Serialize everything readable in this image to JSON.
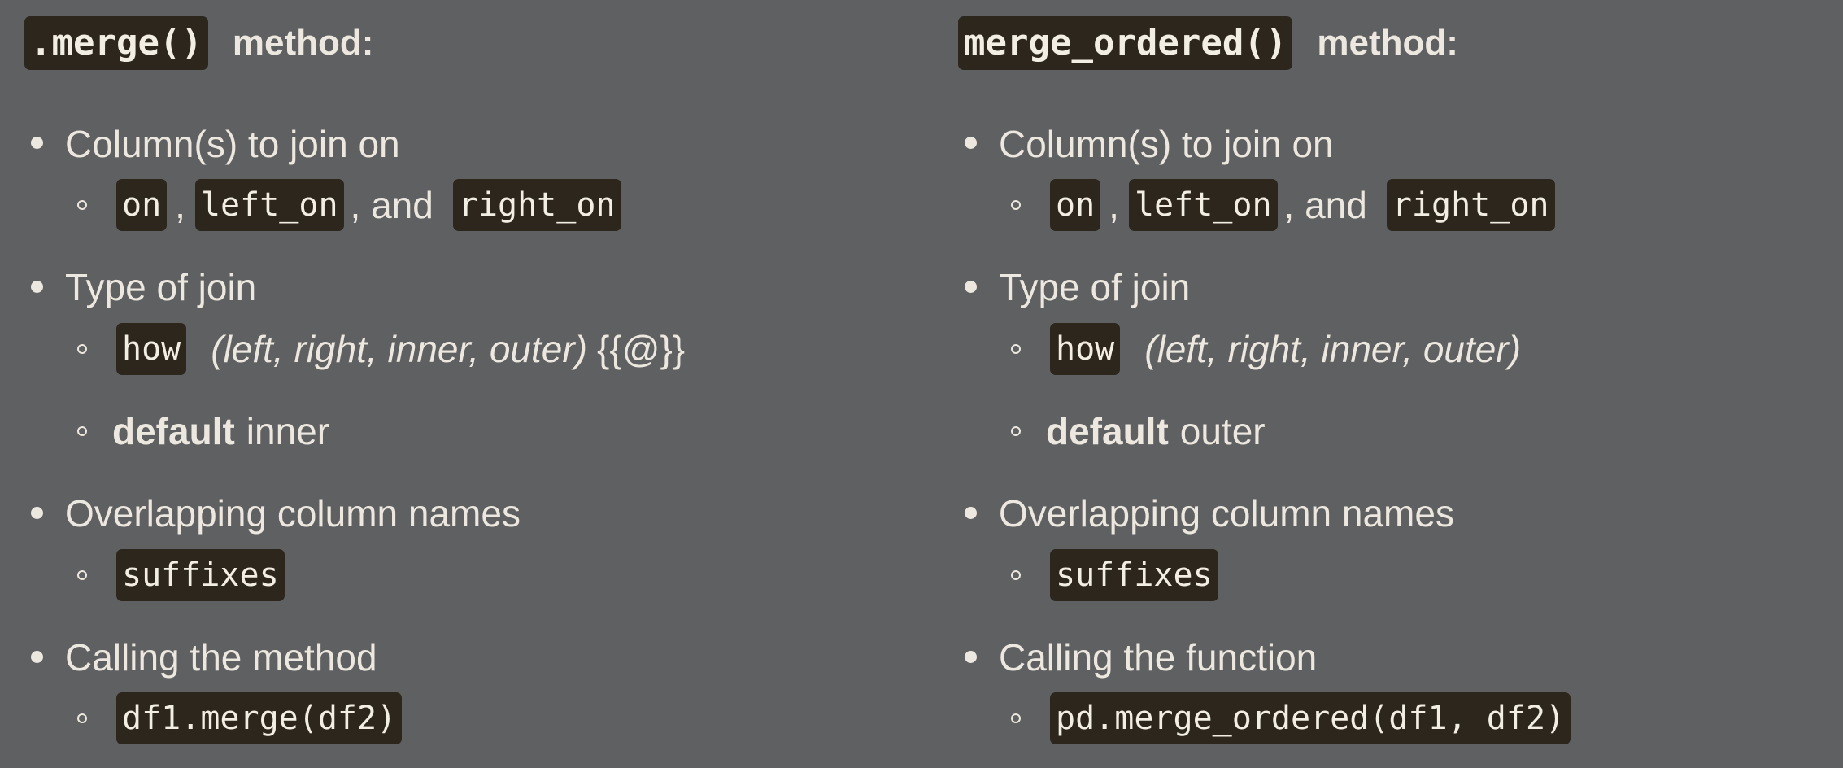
{
  "left": {
    "title_code": ".merge()",
    "title_word": "method:",
    "item1": "Column(s) to join on",
    "item1_sub": {
      "code_on": "on",
      "comma": ",",
      "code_left_on": "left_on",
      "and_text": ", and",
      "code_right_on": "right_on"
    },
    "item2": "Type of join",
    "item2_sub": {
      "code_how": "how",
      "options": "(left, right, inner, outer)",
      "extra": "{{@}}"
    },
    "item2_default": {
      "label": "default",
      "value": "inner"
    },
    "item3": "Overlapping column names",
    "item3_sub": {
      "code_suffixes": "suffixes"
    },
    "item4": "Calling the method",
    "item4_sub": {
      "code_call": "df1.merge(df2)"
    }
  },
  "right": {
    "title_code": "merge_ordered()",
    "title_word": "method:",
    "item1": "Column(s) to join on",
    "item1_sub": {
      "code_on": "on",
      "comma": ",",
      "code_left_on": "left_on",
      "and_text": ", and",
      "code_right_on": "right_on"
    },
    "item2": "Type of join",
    "item2_sub": {
      "code_how": "how",
      "options": "(left, right, inner, outer)"
    },
    "item2_default": {
      "label": "default",
      "value": "outer"
    },
    "item3": "Overlapping column names",
    "item3_sub": {
      "code_suffixes": "suffixes"
    },
    "item4": "Calling the function",
    "item4_sub": {
      "code_call": "pd.merge_ordered(df1, df2)"
    }
  }
}
